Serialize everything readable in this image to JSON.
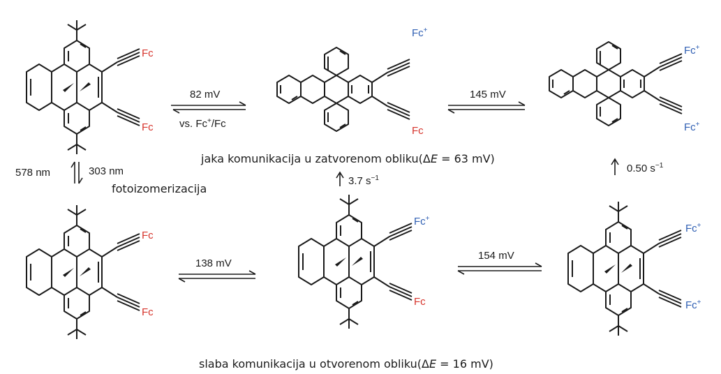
{
  "colors": {
    "fc_neutral": "#d6342c",
    "fc_cation": "#2f5fb3",
    "bond": "#1a1a1a"
  },
  "substituent": {
    "neutral": "Fc",
    "cation_base": "Fc",
    "cation_sup": "+"
  },
  "arrows": {
    "a1_top": "82 mV",
    "a1_bottom_pre": "vs. Fc",
    "a1_bottom_sup": "+",
    "a1_bottom_post": "/Fc",
    "a2": "145 mV",
    "left_wl1": "578 nm",
    "left_wl2": "303 nm",
    "left_caption": "fotoizomerizacija",
    "mid_rate": "3.7 s",
    "mid_rate_sup": "−1",
    "right_rate": "0.50 s",
    "right_rate_sup": "−1",
    "b1": "138 mV",
    "b2": "154 mV"
  },
  "captions": {
    "closed_pre": "jaka komunikacija u zatvorenom obliku(",
    "closed_delta": "Δ",
    "closed_E": "E",
    "closed_post": " = 63 mV)",
    "open_pre": "slaba komunikacija u otvorenom obliku(",
    "open_delta": "Δ",
    "open_E": "E",
    "open_post": " = 16 mV)"
  }
}
